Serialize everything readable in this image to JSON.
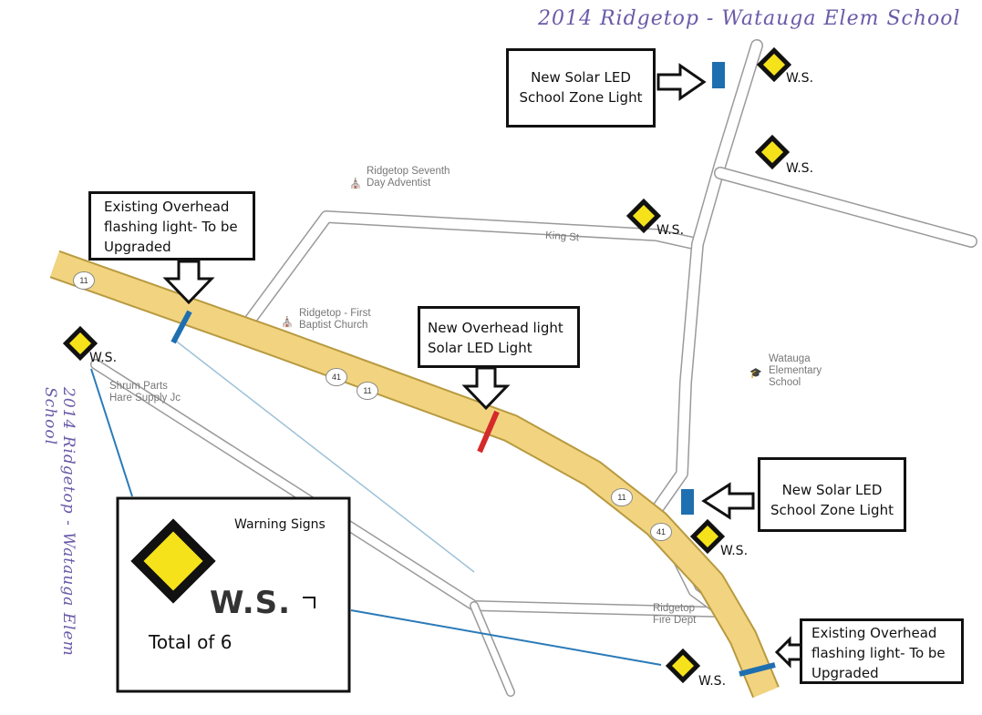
{
  "handwritten": {
    "top_title": "2014 Ridgetop - Watauga Elem School",
    "side_title": "2014 Ridgetop - Watauga Elem School"
  },
  "boxes": {
    "new_solar_top": {
      "line1": "New Solar LED",
      "line2": "School Zone Light"
    },
    "existing_overhead_left": {
      "line1": "Existing Overhead",
      "line2": "flashing light- To be",
      "line3": "Upgraded"
    },
    "new_overhead_solar": {
      "line1": "New Overhead light",
      "line2": "Solar LED Light"
    },
    "new_solar_right": {
      "line1": "New Solar LED",
      "line2": "School Zone Light"
    },
    "existing_overhead_bottom": {
      "line1": "Existing Overhead",
      "line2": "flashing light- To be",
      "line3": "Upgraded"
    }
  },
  "legend": {
    "title": "Warning Signs",
    "symbol_label": "W.S.",
    "total": "Total of 6"
  },
  "warning_sign_label": "W.S.",
  "places": {
    "seventh_day_line1": "Ridgetop Seventh",
    "seventh_day_line2": "Day Adventist",
    "first_baptist_line1": "Ridgetop - First",
    "first_baptist_line2": "Baptist Church",
    "watauga_line1": "Watauga",
    "watauga_line2": "Elementary",
    "watauga_line3": "School",
    "shrum_line1": "Shrum Parts",
    "shrum_line2": "Hare Supply Jc",
    "fire_line1": "Ridgetop",
    "fire_line2": "Fire Dept"
  },
  "streets": {
    "king_st": "King St",
    "highway_shield_11": "11",
    "highway_shield_41": "41"
  },
  "colors": {
    "highway": "#f2d480",
    "highway_edge": "#b89a40",
    "school_zone_light": "#1e6fb0",
    "new_overhead_light": "#d42a2a",
    "sign_yellow": "#f5e21a",
    "leader_line": "#2a7ab8"
  }
}
